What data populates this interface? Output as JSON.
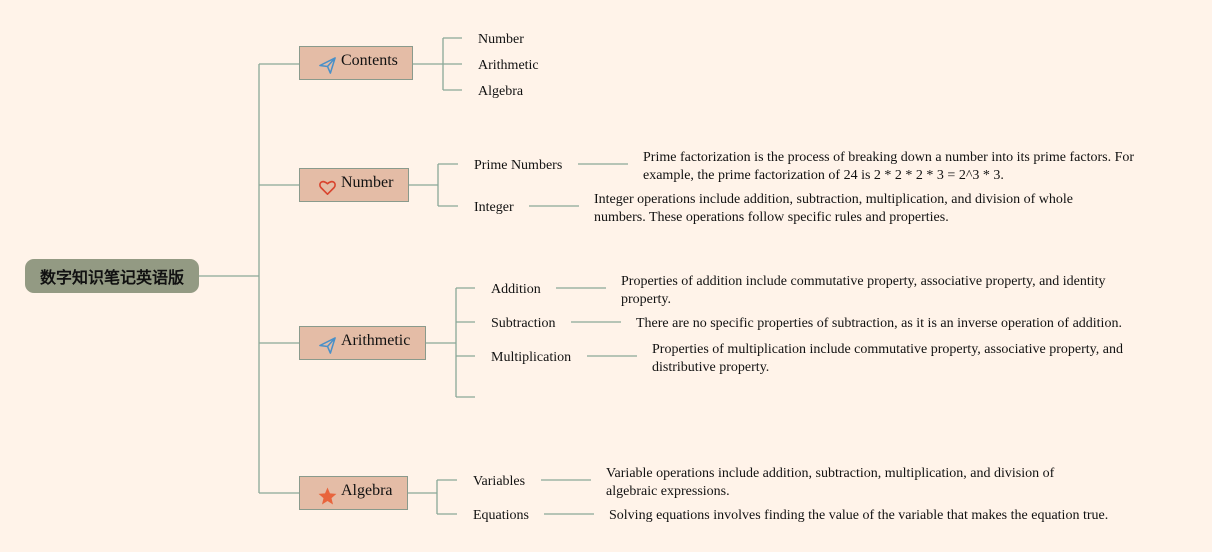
{
  "root": {
    "label": "数字知识笔记英语版"
  },
  "branches": {
    "contents": {
      "label": "Contents",
      "icon": "paper-plane-icon",
      "items": [
        "Number",
        "Arithmetic",
        "Algebra"
      ]
    },
    "number": {
      "label": "Number",
      "icon": "heart-icon",
      "items": [
        {
          "label": "Prime Numbers",
          "desc": "Prime factorization is the process of breaking down a number into its prime factors. For example, the prime factorization of 24 is 2 * 2 * 2 * 3 = 2^3 * 3."
        },
        {
          "label": "Integer",
          "desc": "Integer operations include addition, subtraction, multiplication, and division of whole numbers. These operations follow specific rules and properties."
        }
      ]
    },
    "arithmetic": {
      "label": "Arithmetic",
      "icon": "paper-plane-icon",
      "items": [
        {
          "label": "Addition",
          "desc": "Properties of addition include commutative property, associative property, and identity property."
        },
        {
          "label": "Subtraction",
          "desc": "There are no specific properties of subtraction, as it is an inverse operation of addition."
        },
        {
          "label": "Multiplication",
          "desc": "Properties of multiplication include commutative property, associative property, and distributive property."
        }
      ]
    },
    "algebra": {
      "label": "Algebra",
      "icon": "star-icon",
      "items": [
        {
          "label": "Variables",
          "desc": "Variable operations include addition, subtraction, multiplication, and division of algebraic expressions."
        },
        {
          "label": "Equations",
          "desc": "Solving equations involves finding the value of the variable that makes the equation true."
        }
      ]
    }
  },
  "colors": {
    "background": "#fff3e9",
    "root": "#939a83",
    "branch": "#e4bca6",
    "connector": "#8aa898",
    "plane_icon": "#4a90c8",
    "heart_icon": "#d9442e",
    "star_icon": "#e8643c"
  }
}
